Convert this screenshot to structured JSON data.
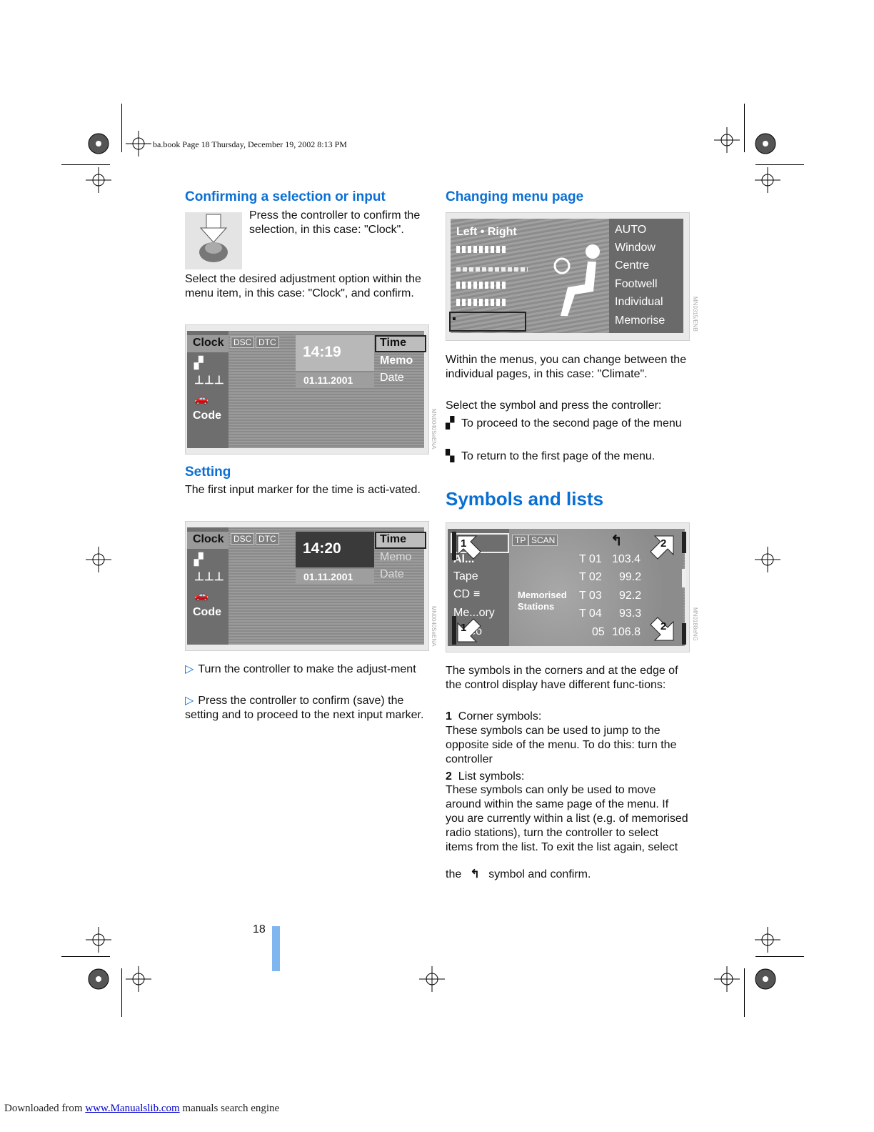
{
  "slug": "ba.book  Page 18  Thursday, December 19, 2002  8:13 PM",
  "left": {
    "h_confirm": "Confirming a selection or input",
    "confirm_text": "Press the controller to confirm the selection, in this case: \"Clock\".",
    "select_text": "Select the desired adjustment option within the menu item, in this case: \"Clock\", and confirm.",
    "screen1": {
      "menu": [
        "Clock",
        "",
        "",
        "",
        "Code"
      ],
      "tags": [
        "DSC",
        "DTC"
      ],
      "time": "14:19",
      "date": "01.11.2001",
      "right_items": [
        "Time",
        "Memo",
        "Date"
      ],
      "code": "MN0040SeENA"
    },
    "h_setting": "Setting",
    "setting_text": "The first input marker for the time is acti-vated.",
    "screen2": {
      "menu": [
        "Clock",
        "",
        "",
        "",
        "Code"
      ],
      "tags": [
        "DSC",
        "DTC"
      ],
      "time": "14:20",
      "date": "01.11.2001",
      "right_items": [
        "Time",
        "Memo",
        "Date"
      ],
      "code": "MN0040SeENA"
    },
    "bullets": [
      "Turn the controller to make the adjust-ment",
      "Press the controller to confirm (save) the setting and to proceed to the next input marker."
    ]
  },
  "right": {
    "h_changing": "Changing menu page",
    "climate": {
      "header": "Left • Right",
      "items": [
        "AUTO",
        "Window",
        "Centre",
        "Footwell",
        "Individual",
        "Memorise"
      ],
      "code": "MN0315/ENB"
    },
    "within_text": "Within the menus, you can change between the individual pages, in this case: \"Climate\".",
    "select_symbol": "Select the symbol and press the controller:",
    "proceed": "To proceed to the second page of the menu",
    "return": "To return to the first page of the menu.",
    "h_symbols": "Symbols and lists",
    "radio": {
      "left_items": [
        "Al...",
        "Tape",
        "CD",
        "Me...ory",
        "...deo"
      ],
      "tags": [
        "TP",
        "SCAN"
      ],
      "stations_label": "Memorised Stations",
      "rows": [
        {
          "t": "T 01",
          "f": "103.4"
        },
        {
          "t": "T 02",
          "f": "99.2"
        },
        {
          "t": "T 03",
          "f": "92.2"
        },
        {
          "t": "T 04",
          "f": "93.3"
        },
        {
          "t": "05",
          "f": "106.8"
        }
      ],
      "corner1": "1",
      "corner2": "2",
      "code": "MN0188eNG"
    },
    "symbols_text": "The symbols in the corners and at the edge of the control display have different func-tions:",
    "item1_num": "1",
    "item1_title": "Corner symbols:",
    "item1_text": "These symbols can be used to jump to the opposite side of the menu. To do this: turn the controller",
    "item2_num": "2",
    "item2_title": "List symbols:",
    "item2_text": "These symbols can only be used to move around within the same page of the menu. If you are currently within a list (e.g. of memorised radio stations), turn the controller to select items from the list. To exit the list again, select",
    "item2_end_pre": "the",
    "item2_end_post": "symbol and confirm."
  },
  "page_number": "18",
  "footer": {
    "pre": "Downloaded from",
    "link": "www.Manualslib.com",
    "post": "manuals search engine"
  }
}
